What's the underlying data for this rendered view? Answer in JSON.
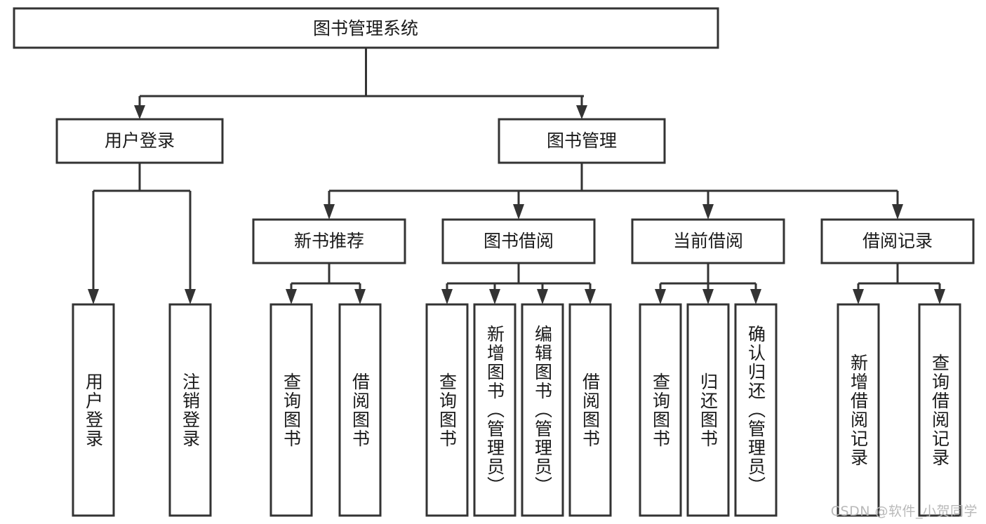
{
  "diagram": {
    "type": "tree-hierarchy-chart",
    "title_text": "图书管理系统",
    "watermark": "CSDN @软件_小贺同学",
    "colors": {
      "box_stroke": "#333333",
      "box_fill": "#ffffff",
      "connector": "#333333",
      "text": "#1a1a1a",
      "watermark": "#b9b9b9",
      "background": "#ffffff"
    },
    "nodes": {
      "root": {
        "label": "图书管理系统"
      },
      "level2": [
        {
          "id": "user-login",
          "label": "用户登录"
        },
        {
          "id": "book-management",
          "label": "图书管理"
        }
      ],
      "level3": [
        {
          "id": "new-book-recommend",
          "label": "新书推荐"
        },
        {
          "id": "book-borrow",
          "label": "图书借阅"
        },
        {
          "id": "current-borrow",
          "label": "当前借阅"
        },
        {
          "id": "borrow-record",
          "label": "借阅记录"
        }
      ],
      "leaves": {
        "user_login": [
          {
            "id": "leaf-user-login",
            "label": "用户登录"
          },
          {
            "id": "leaf-logout-login",
            "label": "注销登录"
          }
        ],
        "new_book_recommend": [
          {
            "id": "leaf-query-book-1",
            "label": "查询图书"
          },
          {
            "id": "leaf-borrow-book-1",
            "label": "借阅图书"
          }
        ],
        "book_borrow": [
          {
            "id": "leaf-query-book-2",
            "label": "查询图书"
          },
          {
            "id": "leaf-add-book",
            "label": "新增图书（管理员）"
          },
          {
            "id": "leaf-edit-book",
            "label": "编辑图书（管理员）"
          },
          {
            "id": "leaf-borrow-book-2",
            "label": "借阅图书"
          }
        ],
        "current_borrow": [
          {
            "id": "leaf-query-book-3",
            "label": "查询图书"
          },
          {
            "id": "leaf-return-book",
            "label": "归还图书"
          },
          {
            "id": "leaf-confirm-return",
            "label": "确认归还（管理员）"
          }
        ],
        "borrow_record": [
          {
            "id": "leaf-add-borrow-record",
            "label": "新增借阅记录"
          },
          {
            "id": "leaf-query-borrow-record",
            "label": "查询借阅记录"
          }
        ]
      }
    }
  }
}
